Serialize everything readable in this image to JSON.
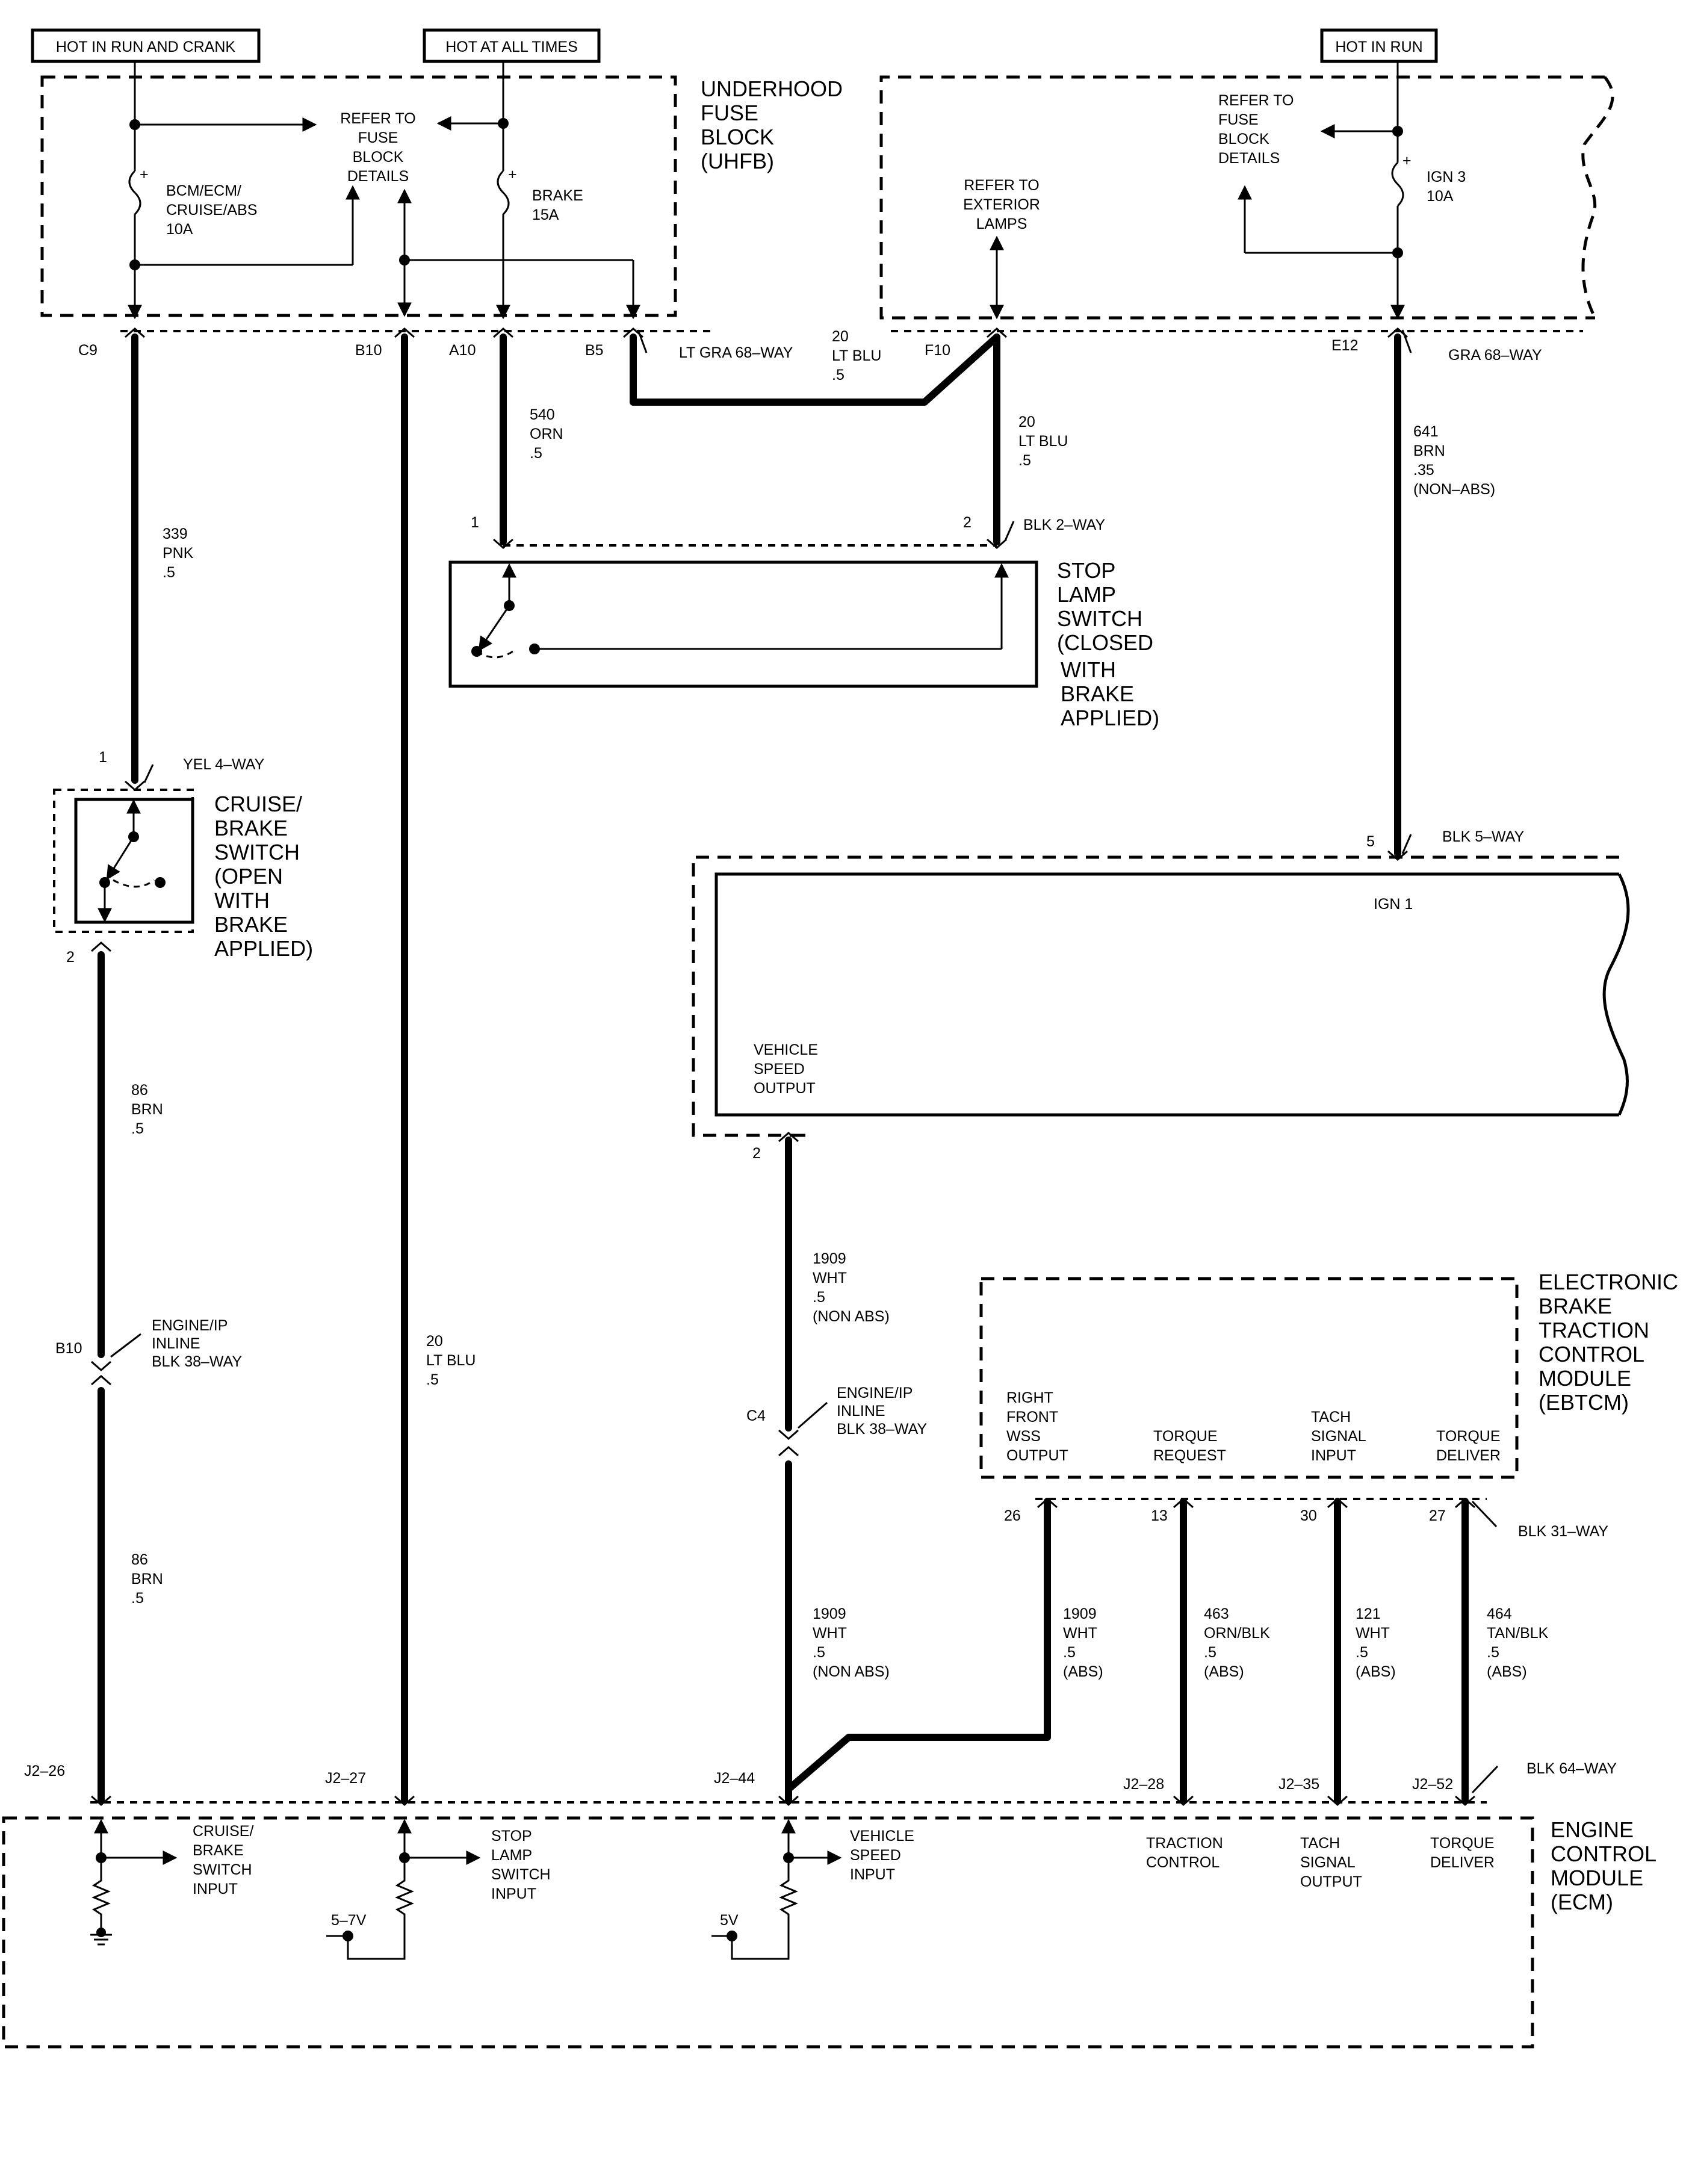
{
  "power": {
    "hot_run_crank": "HOT IN RUN AND CRANK",
    "hot_all_times": "HOT AT ALL TIMES",
    "hot_in_run": "HOT IN RUN"
  },
  "uhfb": {
    "title": [
      "UNDERHOOD",
      "FUSE",
      "BLOCK",
      "(UHFB)"
    ],
    "refer": [
      "REFER TO",
      "FUSE",
      "BLOCK",
      "DETAILS"
    ],
    "fuse1": [
      "BCM/ECM/",
      "CRUISE/ABS",
      "10A"
    ],
    "fuse2": [
      "BRAKE",
      "15A"
    ],
    "pins": {
      "c9": "C9",
      "b10": "B10",
      "a10": "A10",
      "b5": "B5",
      "f10": "F10",
      "e12": "E12"
    },
    "connector_lt": "LT GRA 68–WAY",
    "connector_gra": "GRA 68–WAY"
  },
  "right_fuse": {
    "refer": [
      "REFER TO",
      "FUSE",
      "BLOCK",
      "DETAILS"
    ],
    "refer_ext": [
      "REFER TO",
      "EXTERIOR",
      "LAMPS"
    ],
    "fuse3": [
      "IGN 3",
      "10A"
    ]
  },
  "wires": {
    "w339": [
      "339",
      "PNK",
      ".5"
    ],
    "w540": [
      "540",
      "ORN",
      ".5"
    ],
    "w20a": [
      "20",
      "LT BLU",
      ".5"
    ],
    "w20b": [
      "20",
      "LT BLU",
      ".5"
    ],
    "w20c": [
      "20",
      "LT BLU",
      ".5"
    ],
    "w641": [
      "641",
      "BRN",
      ".35",
      "(NON–ABS)"
    ],
    "w86a": [
      "86",
      "BRN",
      ".5"
    ],
    "w86b": [
      "86",
      "BRN",
      ".5"
    ],
    "w1909a": [
      "1909",
      "WHT",
      ".5",
      "(NON ABS)"
    ],
    "w1909b": [
      "1909",
      "WHT",
      ".5",
      "(NON ABS)"
    ],
    "w1909c": [
      "1909",
      "WHT",
      ".5",
      "(ABS)"
    ],
    "w463": [
      "463",
      "ORN/BLK",
      ".5",
      "(ABS)"
    ],
    "w121": [
      "121",
      "WHT",
      ".5",
      "(ABS)"
    ],
    "w464": [
      "464",
      "TAN/BLK",
      ".5",
      "(ABS)"
    ]
  },
  "stop_lamp": {
    "title": [
      "STOP",
      "LAMP",
      "SWITCH",
      "(CLOSED",
      "WITH",
      "BRAKE",
      "APPLIED)"
    ],
    "pin1": "1",
    "pin2": "2",
    "connector": "BLK 2–WAY"
  },
  "cruise": {
    "title": [
      "CRUISE/",
      "BRAKE",
      "SWITCH",
      "(OPEN",
      "WITH",
      "BRAKE",
      "APPLIED)"
    ],
    "pin1": "1",
    "pin2": "2",
    "connector": "YEL 4–WAY"
  },
  "module5": {
    "pin5": "5",
    "connector": "BLK 5–WAY",
    "ign1": "IGN 1",
    "vso": [
      "VEHICLE",
      "SPEED",
      "OUTPUT"
    ],
    "pin2": "2"
  },
  "inline": {
    "b10": "B10",
    "c4": "C4",
    "label1": [
      "ENGINE/IP",
      "INLINE",
      "BLK 38–WAY"
    ],
    "label2": [
      "ENGINE/IP",
      "INLINE",
      "BLK 38–WAY"
    ]
  },
  "ebtcm": {
    "title": [
      "ELECTRONIC",
      "BRAKE",
      "TRACTION",
      "CONTROL",
      "MODULE",
      "(EBTCM)"
    ],
    "rfwss": [
      "RIGHT",
      "FRONT",
      "WSS",
      "OUTPUT"
    ],
    "torque_req": [
      "TORQUE",
      "REQUEST"
    ],
    "tach_in": [
      "TACH",
      "SIGNAL",
      "INPUT"
    ],
    "torque_del": [
      "TORQUE",
      "DELIVER"
    ],
    "pins": {
      "p26": "26",
      "p13": "13",
      "p30": "30",
      "p27": "27"
    },
    "connector": "BLK 31–WAY"
  },
  "ecm": {
    "title": [
      "ENGINE",
      "CONTROL",
      "MODULE",
      "(ECM)"
    ],
    "pins": {
      "j226": "J2–26",
      "j227": "J2–27",
      "j244": "J2–44",
      "j228": "J2–28",
      "j235": "J2–35",
      "j252": "J2–52"
    },
    "connector": "BLK 64–WAY",
    "cruise_in": [
      "CRUISE/",
      "BRAKE",
      "SWITCH",
      "INPUT"
    ],
    "stop_in": [
      "STOP",
      "LAMP",
      "SWITCH",
      "INPUT"
    ],
    "vss_in": [
      "VEHICLE",
      "SPEED",
      "INPUT"
    ],
    "traction": [
      "TRACTION",
      "CONTROL"
    ],
    "tach_out": [
      "TACH",
      "SIGNAL",
      "OUTPUT"
    ],
    "torque_del": [
      "TORQUE",
      "DELIVER"
    ],
    "v57": "5–7V",
    "v5": "5V"
  }
}
